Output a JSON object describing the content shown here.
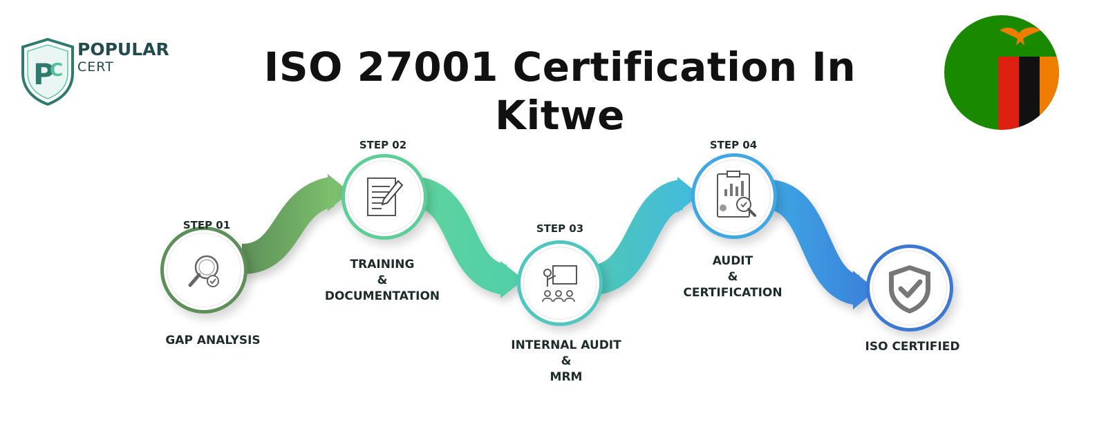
{
  "title": "ISO 27001 Certification In Kitwe",
  "brand": {
    "monogram": "PC",
    "name": "POPULAR",
    "sub": "CERT"
  },
  "colors": {
    "step1": "#5e8f58",
    "step2": "#5ccf97",
    "step3": "#4fc7bf",
    "step4": "#3fa7e3",
    "step5": "#3a78d4",
    "flag_green": "#198a00",
    "flag_red": "#de2010",
    "flag_black": "#111111",
    "flag_orange": "#ef7d00"
  },
  "steps": [
    {
      "step": "STEP 01",
      "title": [
        "GAP ANALYSIS"
      ],
      "icon": "magnifier-check-icon"
    },
    {
      "step": "STEP 02",
      "title": [
        "TRAINING",
        "&",
        "DOCUMENTATION"
      ],
      "icon": "document-pen-icon"
    },
    {
      "step": "STEP 03",
      "title": [
        "INTERNAL AUDIT",
        "&",
        "MRM"
      ],
      "icon": "presentation-board-icon"
    },
    {
      "step": "STEP 04",
      "title": [
        "AUDIT",
        "&",
        "CERTIFICATION"
      ],
      "icon": "report-magnifier-icon"
    },
    {
      "step": "",
      "title": [
        "ISO CERTIFIED"
      ],
      "icon": "shield-check-icon"
    }
  ]
}
